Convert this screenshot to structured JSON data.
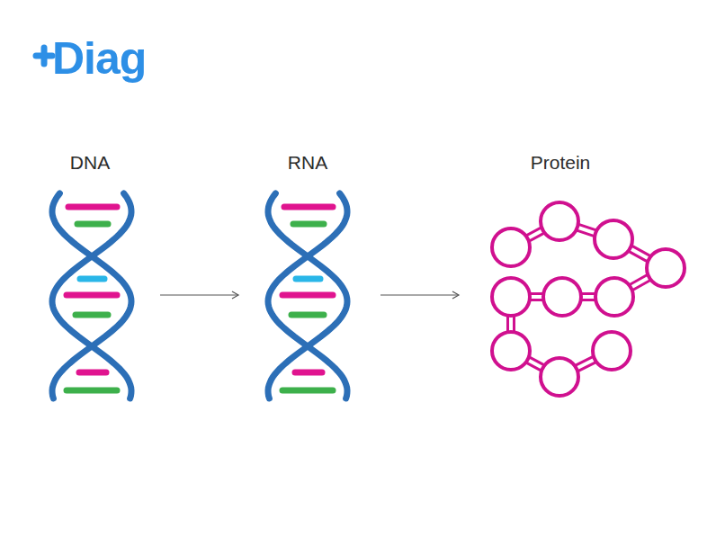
{
  "diagram": {
    "nodes": [
      {
        "text": [
          "DNA"
        ]
      },
      {
        "text": [
          "RNA"
        ]
      },
      {
        "text": [
          "Protein"
        ]
      }
    ],
    "edges": [
      {
        "from": 0,
        "to": 1,
        "arrow": "to"
      },
      {
        "from": 1,
        "to": 2,
        "arrow": "to"
      }
    ],
    "labels": [
      "Diag"
    ]
  }
}
